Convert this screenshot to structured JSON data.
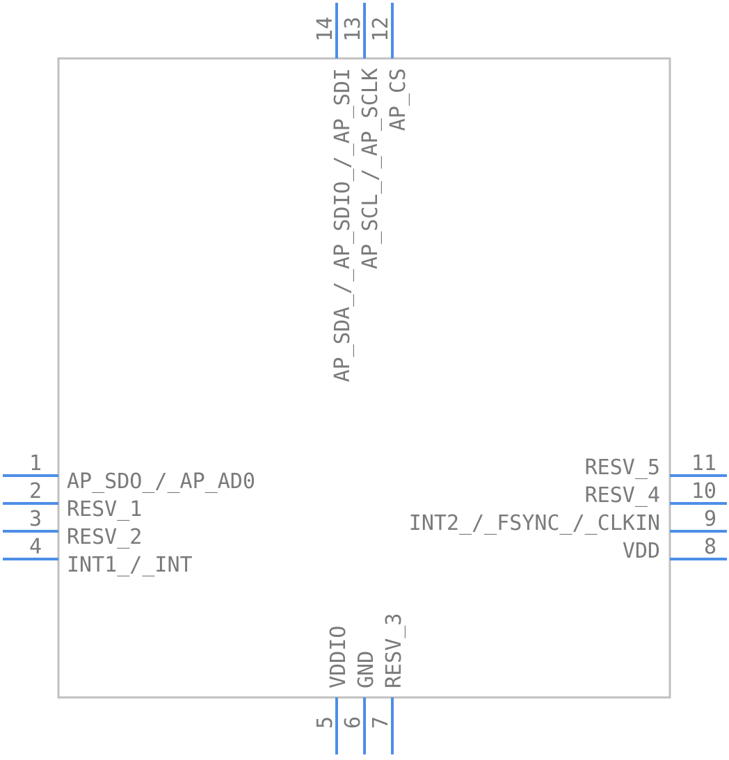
{
  "component": {
    "colors": {
      "outline": "#c0c0c0",
      "pin": "#4d8ee8",
      "text": "#7a7a7a",
      "background": "#ffffff"
    },
    "pins": {
      "left": [
        {
          "number": "1",
          "name": "AP_SDO_/_AP_AD0"
        },
        {
          "number": "2",
          "name": "RESV_1"
        },
        {
          "number": "3",
          "name": "RESV_2"
        },
        {
          "number": "4",
          "name": "INT1_/_INT"
        }
      ],
      "right": [
        {
          "number": "11",
          "name": "RESV_5"
        },
        {
          "number": "10",
          "name": "RESV_4"
        },
        {
          "number": "9",
          "name": "INT2_/_FSYNC_/_CLKIN"
        },
        {
          "number": "8",
          "name": "VDD"
        }
      ],
      "top": [
        {
          "number": "14",
          "name": "AP_SDA_/_AP_SDIO_/_AP_SDI"
        },
        {
          "number": "13",
          "name": "AP_SCL_/_AP_SCLK"
        },
        {
          "number": "12",
          "name": "AP_CS"
        }
      ],
      "bottom": [
        {
          "number": "5",
          "name": "VDDIO"
        },
        {
          "number": "6",
          "name": "GND"
        },
        {
          "number": "7",
          "name": "RESV_3"
        }
      ]
    }
  }
}
